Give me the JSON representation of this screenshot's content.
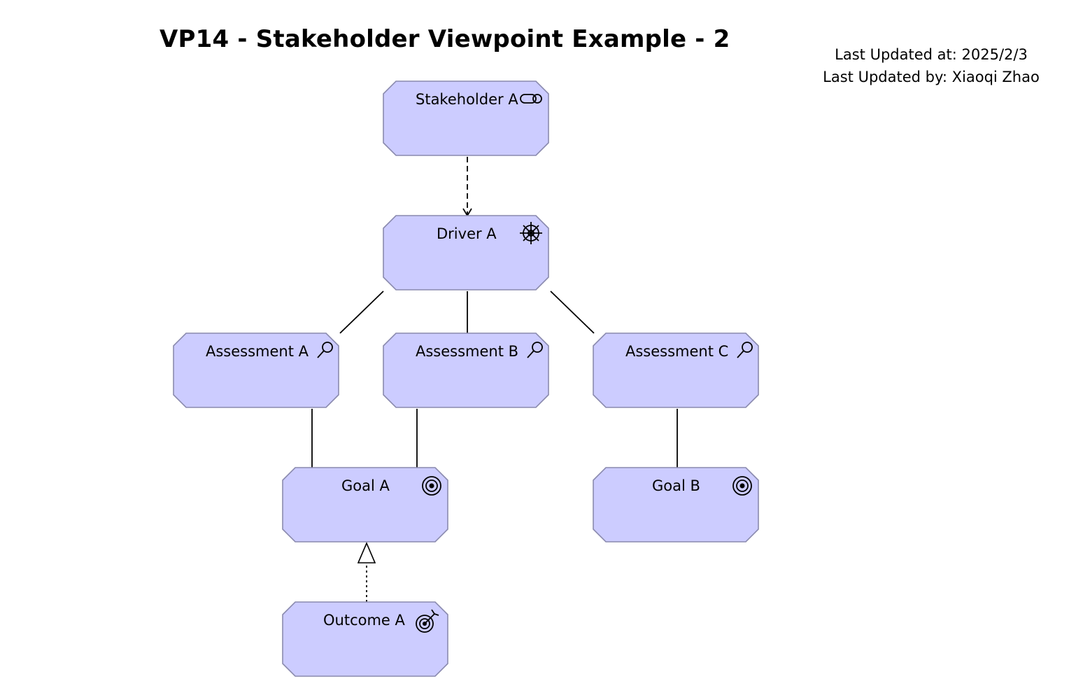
{
  "header": {
    "title": "VP14 - Stakeholder Viewpoint Example - 2",
    "last_updated_at": "Last Updated at: 2025/2/3",
    "last_updated_by": "Last Updated by: Xiaoqi Zhao"
  },
  "colors": {
    "node_fill": "#ccccff",
    "node_stroke": "#8a8aae",
    "edge": "#000000"
  },
  "nodes": [
    {
      "id": "stakeholder-a",
      "label": "Stakeholder A",
      "type": "stakeholder",
      "icon": "stakeholder-icon"
    },
    {
      "id": "driver-a",
      "label": "Driver A",
      "type": "driver",
      "icon": "driver-wheel-icon"
    },
    {
      "id": "assessment-a",
      "label": "Assessment A",
      "type": "assessment",
      "icon": "magnifier-icon"
    },
    {
      "id": "assessment-b",
      "label": "Assessment B",
      "type": "assessment",
      "icon": "magnifier-icon"
    },
    {
      "id": "assessment-c",
      "label": "Assessment C",
      "type": "assessment",
      "icon": "magnifier-icon"
    },
    {
      "id": "goal-a",
      "label": "Goal A",
      "type": "goal",
      "icon": "target-icon"
    },
    {
      "id": "goal-b",
      "label": "Goal B",
      "type": "goal",
      "icon": "target-icon"
    },
    {
      "id": "outcome-a",
      "label": "Outcome A",
      "type": "outcome",
      "icon": "target-arrow-icon"
    }
  ],
  "edges": [
    {
      "from": "stakeholder-a",
      "to": "driver-a",
      "type": "influence"
    },
    {
      "from": "driver-a",
      "to": "assessment-a",
      "type": "association"
    },
    {
      "from": "driver-a",
      "to": "assessment-b",
      "type": "association"
    },
    {
      "from": "driver-a",
      "to": "assessment-c",
      "type": "association"
    },
    {
      "from": "assessment-a",
      "to": "goal-a",
      "type": "association"
    },
    {
      "from": "assessment-b",
      "to": "goal-a",
      "type": "association"
    },
    {
      "from": "assessment-c",
      "to": "goal-b",
      "type": "association"
    },
    {
      "from": "outcome-a",
      "to": "goal-a",
      "type": "realization"
    }
  ]
}
